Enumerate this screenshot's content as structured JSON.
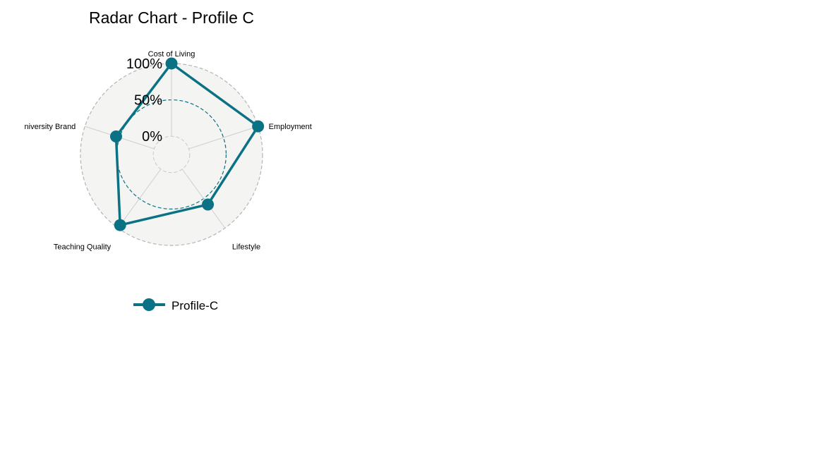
{
  "chart_data": {
    "type": "radar",
    "title": "Radar Chart - Profile C",
    "axes": [
      "Cost of Living",
      "Employment",
      "Lifestyle",
      "Teaching Quality",
      "University Brand"
    ],
    "radial_ticks": [
      {
        "value": 0,
        "label": "0%"
      },
      {
        "value": 50,
        "label": "50%"
      },
      {
        "value": 100,
        "label": "100%"
      }
    ],
    "rlim": [
      -25,
      100
    ],
    "series": [
      {
        "name": "Profile-C",
        "values": [
          100,
          100,
          60,
          95,
          55
        ]
      }
    ],
    "legend_position": "bottom",
    "colors": {
      "series": "#0b7285",
      "panel_fill": "#f4f4f2",
      "outer_ring": "#b5b5b5",
      "mid_ring": "#0b7285",
      "spoke": "#cfcfcf"
    }
  }
}
